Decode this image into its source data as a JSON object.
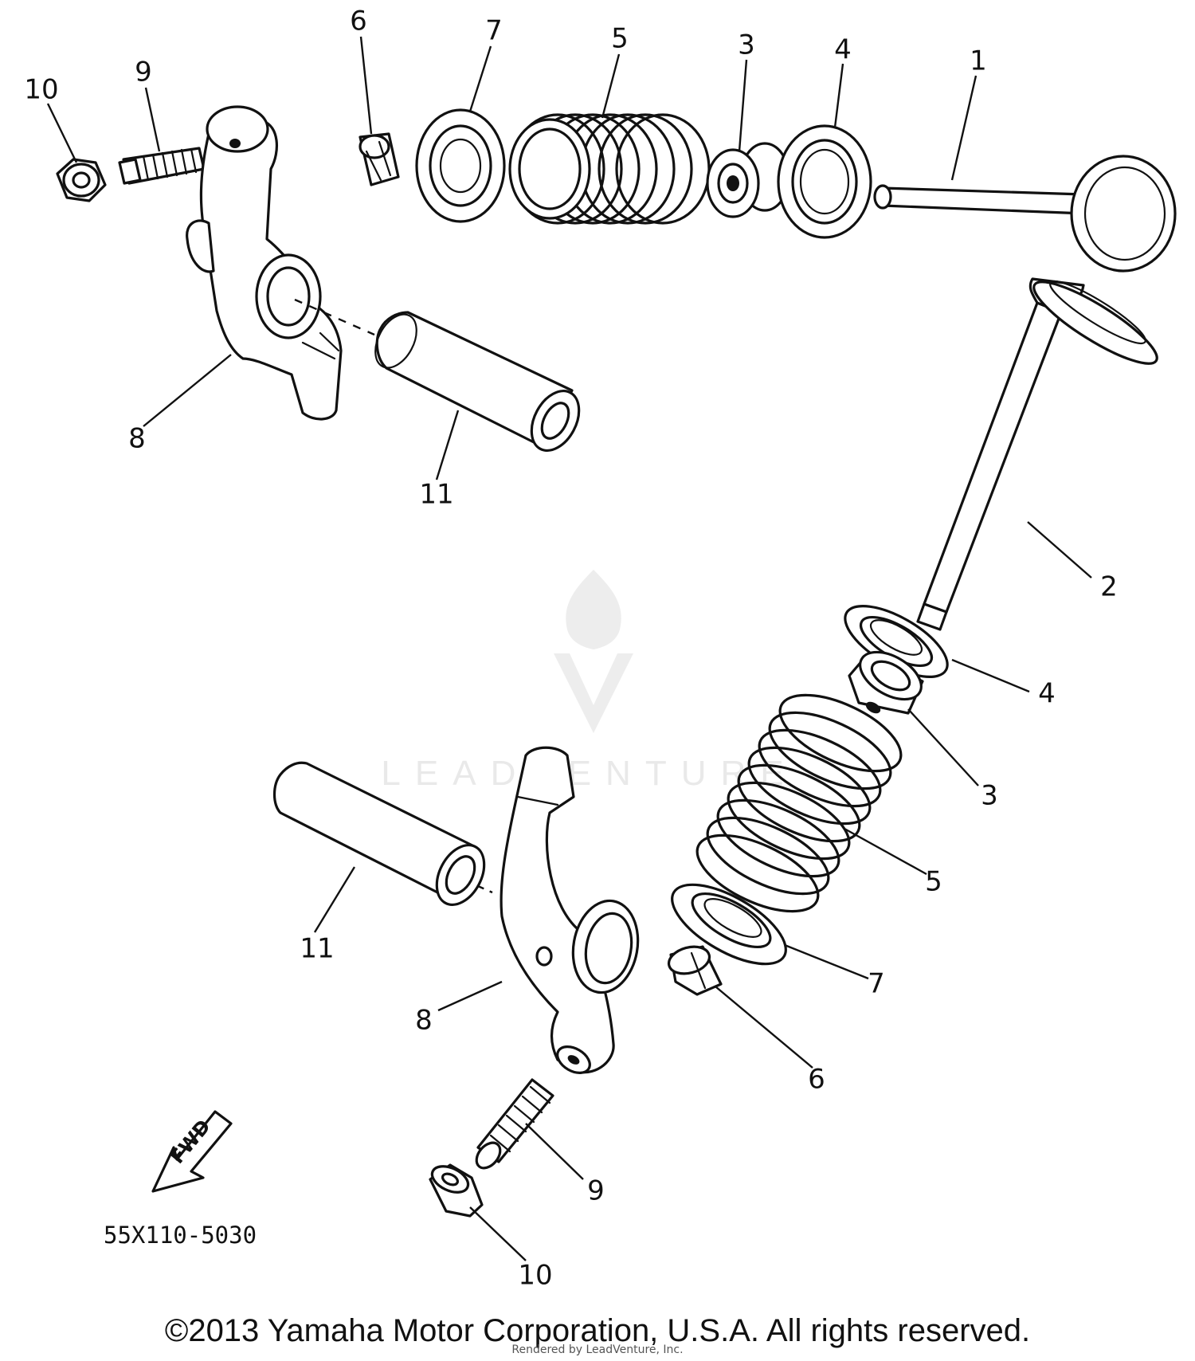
{
  "diagram": {
    "part_number": "55X110-5030",
    "fwd_label": "FWD",
    "watermark": "LEADVENTURE",
    "copyright": "©2013 Yamaha Motor Corporation, U.S.A. All rights reserved.",
    "rendered_by": "Rendered by LeadVenture, Inc."
  },
  "callouts": {
    "top_6": "6",
    "top_7": "7",
    "top_5": "5",
    "top_3": "3",
    "top_4": "4",
    "top_1": "1",
    "top_10": "10",
    "top_9": "9",
    "top_8": "8",
    "top_11": "11",
    "right_2": "2",
    "right_4": "4",
    "right_3": "3",
    "right_5": "5",
    "right_7": "7",
    "right_6": "6",
    "bottom_11": "11",
    "bottom_8": "8",
    "bottom_9": "9",
    "bottom_10": "10"
  }
}
